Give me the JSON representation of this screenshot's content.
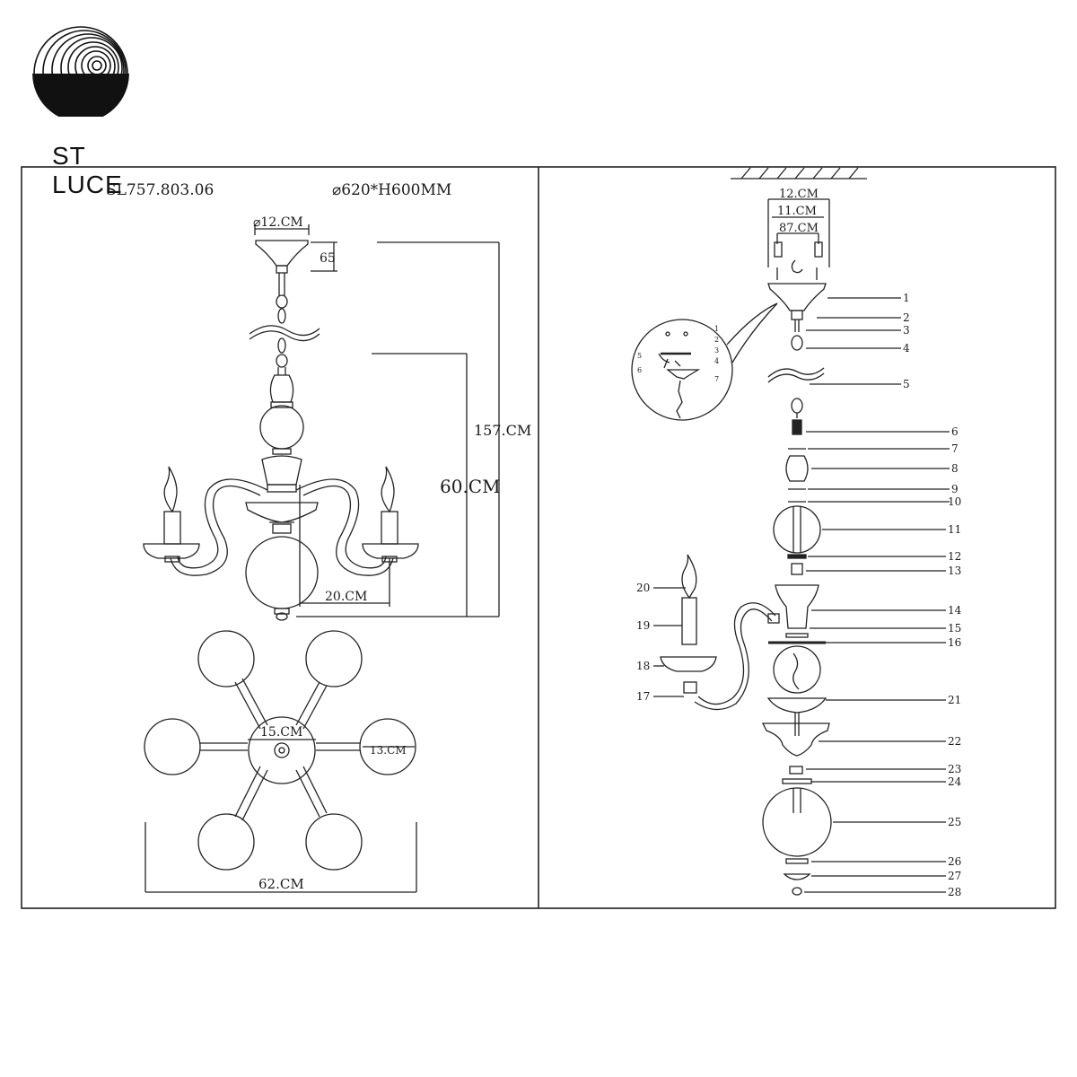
{
  "brand": {
    "name": "ST LUCE",
    "logo_icon": "swirl-logo-icon"
  },
  "left_panel": {
    "model": "SL757.803.06",
    "size": "⌀620*H600MM",
    "dims": {
      "canopy_diameter": "⌀12.CM",
      "canopy_height": "65",
      "total_height": "157.CM",
      "body_height": "60.CM",
      "arm_width": "20.CM",
      "center_diameter": "15.CM",
      "shade_diameter": "13.CM",
      "overall_diameter": "62.CM"
    }
  },
  "right_panel": {
    "mount_dims": [
      "12.CM",
      "11.CM",
      "87.CM"
    ],
    "inset_labels": [
      "1",
      "2",
      "3",
      "4",
      "5",
      "6",
      "7"
    ],
    "part_numbers": [
      "1",
      "2",
      "3",
      "4",
      "5",
      "6",
      "7",
      "8",
      "9",
      "10",
      "11",
      "12",
      "13",
      "14",
      "15",
      "16",
      "17",
      "18",
      "19",
      "20",
      "21",
      "22",
      "23",
      "24",
      "25",
      "26",
      "27",
      "28"
    ]
  }
}
